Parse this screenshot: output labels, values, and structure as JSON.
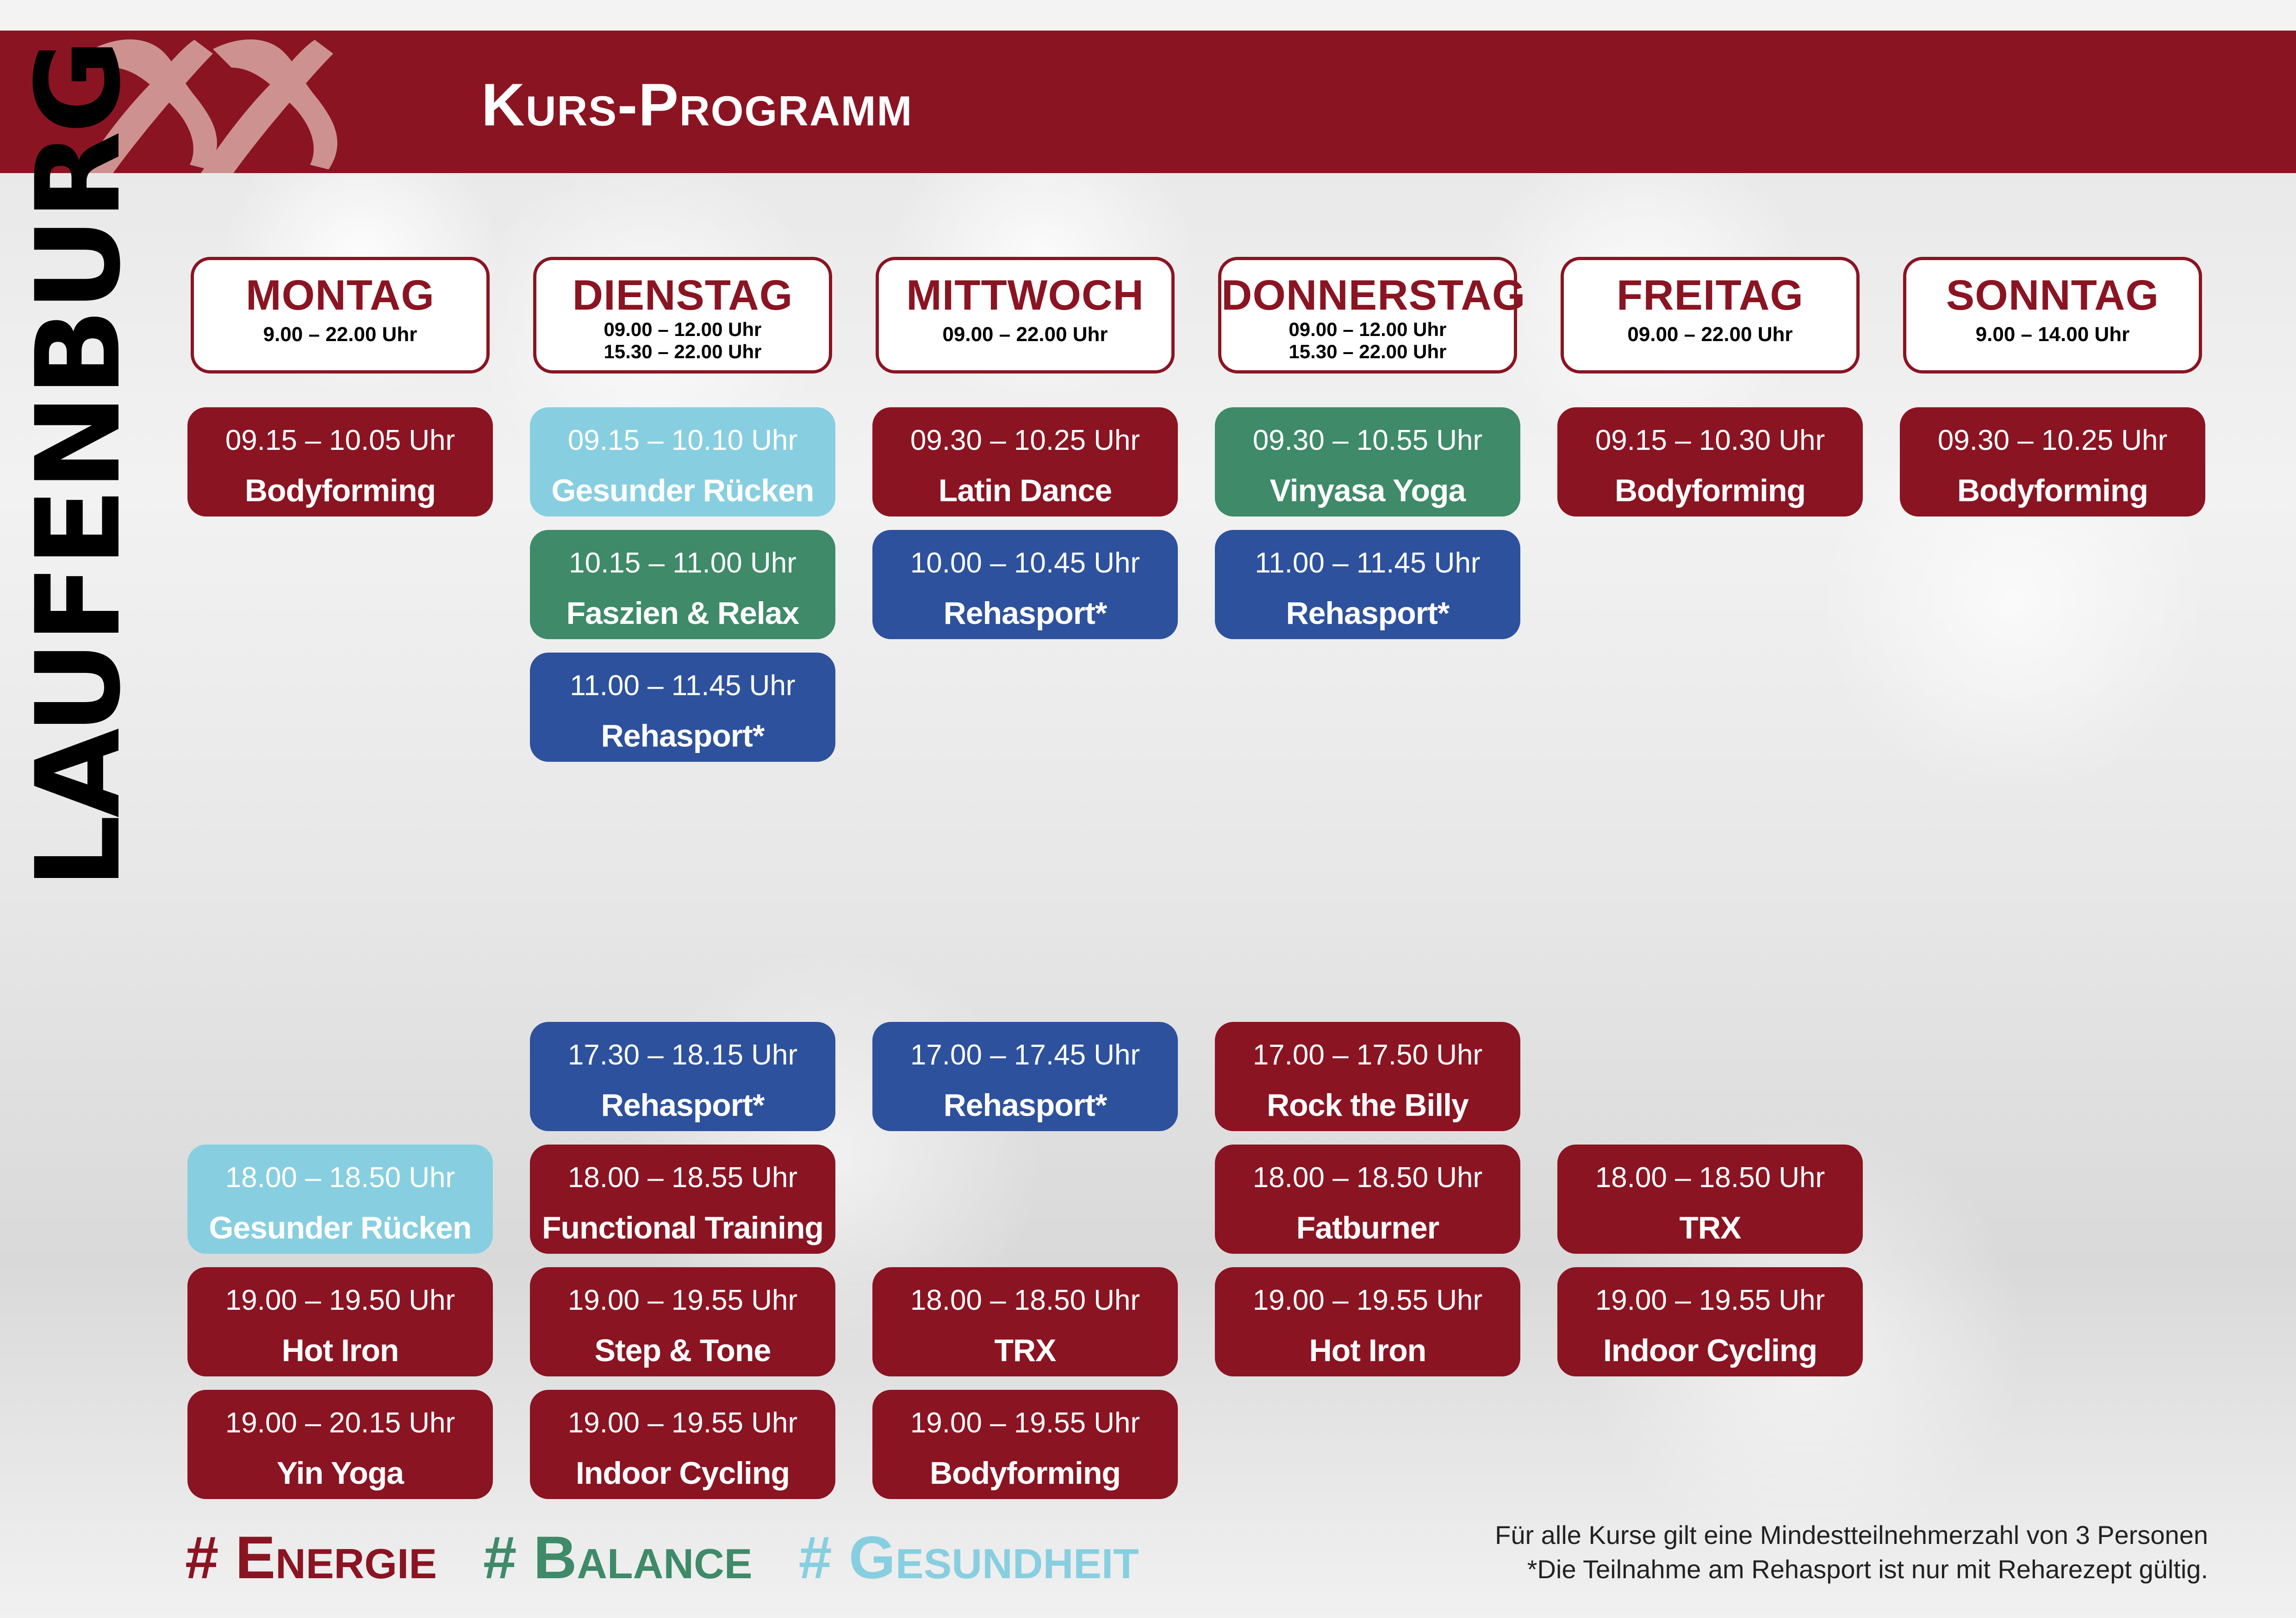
{
  "header": {
    "title": "Kurs-Programm",
    "bar_color": "#8b1422"
  },
  "location": "LAUFENBURG",
  "days": [
    {
      "name": "MONTAG",
      "hours": [
        "9.00 – 22.00 Uhr"
      ]
    },
    {
      "name": "DIENSTAG",
      "hours": [
        "09.00 – 12.00 Uhr",
        "15.30 – 22.00 Uhr"
      ]
    },
    {
      "name": "MITTWOCH",
      "hours": [
        "09.00 – 22.00 Uhr"
      ]
    },
    {
      "name": "DONNERSTAG",
      "hours": [
        "09.00 – 12.00 Uhr",
        "15.30 – 22.00 Uhr"
      ]
    },
    {
      "name": "FREITAG",
      "hours": [
        "09.00 – 22.00 Uhr"
      ]
    },
    {
      "name": "SONNTAG",
      "hours": [
        "9.00 – 14.00 Uhr"
      ]
    }
  ],
  "courses": [
    {
      "day": 0,
      "row": 0,
      "time": "09.15 – 10.05 Uhr",
      "name": "Bodyforming",
      "color": "red"
    },
    {
      "day": 0,
      "row": 6,
      "time": "18.00 – 18.50 Uhr",
      "name": "Gesunder Rücken",
      "color": "lightblue"
    },
    {
      "day": 0,
      "row": 7,
      "time": "19.00 – 19.50 Uhr",
      "name": "Hot Iron",
      "color": "red"
    },
    {
      "day": 0,
      "row": 8,
      "time": "19.00 – 20.15 Uhr",
      "name": "Yin Yoga",
      "color": "red"
    },
    {
      "day": 1,
      "row": 0,
      "time": "09.15 – 10.10 Uhr",
      "name": "Gesunder Rücken",
      "color": "lightblue"
    },
    {
      "day": 1,
      "row": 1,
      "time": "10.15 – 11.00 Uhr",
      "name": "Faszien & Relax",
      "color": "green"
    },
    {
      "day": 1,
      "row": 2,
      "time": "11.00 – 11.45 Uhr",
      "name": "Rehasport*",
      "color": "blue"
    },
    {
      "day": 1,
      "row": 5,
      "time": "17.30 – 18.15 Uhr",
      "name": "Rehasport*",
      "color": "blue"
    },
    {
      "day": 1,
      "row": 6,
      "time": "18.00 – 18.55 Uhr",
      "name": "Functional Training",
      "color": "red"
    },
    {
      "day": 1,
      "row": 7,
      "time": "19.00 – 19.55 Uhr",
      "name": "Step & Tone",
      "color": "red"
    },
    {
      "day": 1,
      "row": 8,
      "time": "19.00 – 19.55 Uhr",
      "name": "Indoor Cycling",
      "color": "red"
    },
    {
      "day": 2,
      "row": 0,
      "time": "09.30 – 10.25 Uhr",
      "name": "Latin Dance",
      "color": "red"
    },
    {
      "day": 2,
      "row": 1,
      "time": "10.00 – 10.45 Uhr",
      "name": "Rehasport*",
      "color": "blue"
    },
    {
      "day": 2,
      "row": 5,
      "time": "17.00 – 17.45 Uhr",
      "name": "Rehasport*",
      "color": "blue"
    },
    {
      "day": 2,
      "row": 7,
      "time": "18.00 – 18.50 Uhr",
      "name": "TRX",
      "color": "red"
    },
    {
      "day": 2,
      "row": 8,
      "time": "19.00 – 19.55 Uhr",
      "name": "Bodyforming",
      "color": "red"
    },
    {
      "day": 3,
      "row": 0,
      "time": "09.30 – 10.55 Uhr",
      "name": "Vinyasa Yoga",
      "color": "green"
    },
    {
      "day": 3,
      "row": 1,
      "time": "11.00 – 11.45 Uhr",
      "name": "Rehasport*",
      "color": "blue"
    },
    {
      "day": 3,
      "row": 5,
      "time": "17.00 – 17.50 Uhr",
      "name": "Rock the Billy",
      "color": "red"
    },
    {
      "day": 3,
      "row": 6,
      "time": "18.00 – 18.50 Uhr",
      "name": "Fatburner",
      "color": "red"
    },
    {
      "day": 3,
      "row": 7,
      "time": "19.00 – 19.55 Uhr",
      "name": "Hot Iron",
      "color": "red"
    },
    {
      "day": 4,
      "row": 0,
      "time": "09.15 – 10.30 Uhr",
      "name": "Bodyforming",
      "color": "red"
    },
    {
      "day": 4,
      "row": 6,
      "time": "18.00 – 18.50 Uhr",
      "name": "TRX",
      "color": "red"
    },
    {
      "day": 4,
      "row": 7,
      "time": "19.00 – 19.55 Uhr",
      "name": "Indoor Cycling",
      "color": "red"
    },
    {
      "day": 5,
      "row": 0,
      "time": "09.30 – 10.25 Uhr",
      "name": "Bodyforming",
      "color": "red"
    }
  ],
  "colors": {
    "red": "#8b1422",
    "lightblue": "#87cfe0",
    "green": "#3e8a69",
    "blue": "#2d519c"
  },
  "hashtags": [
    {
      "text": "# Energie",
      "color": "#8b1422"
    },
    {
      "text": "# Balance",
      "color": "#3e8a69"
    },
    {
      "text": "# Gesundheit",
      "color": "#87cfe0"
    }
  ],
  "footnote": {
    "line1": "Für alle Kurse gilt eine Mindestteilnehmerzahl von 3 Personen",
    "line2": "*Die Teilnahme am Rehasport ist nur mit Reharezept gültig."
  }
}
